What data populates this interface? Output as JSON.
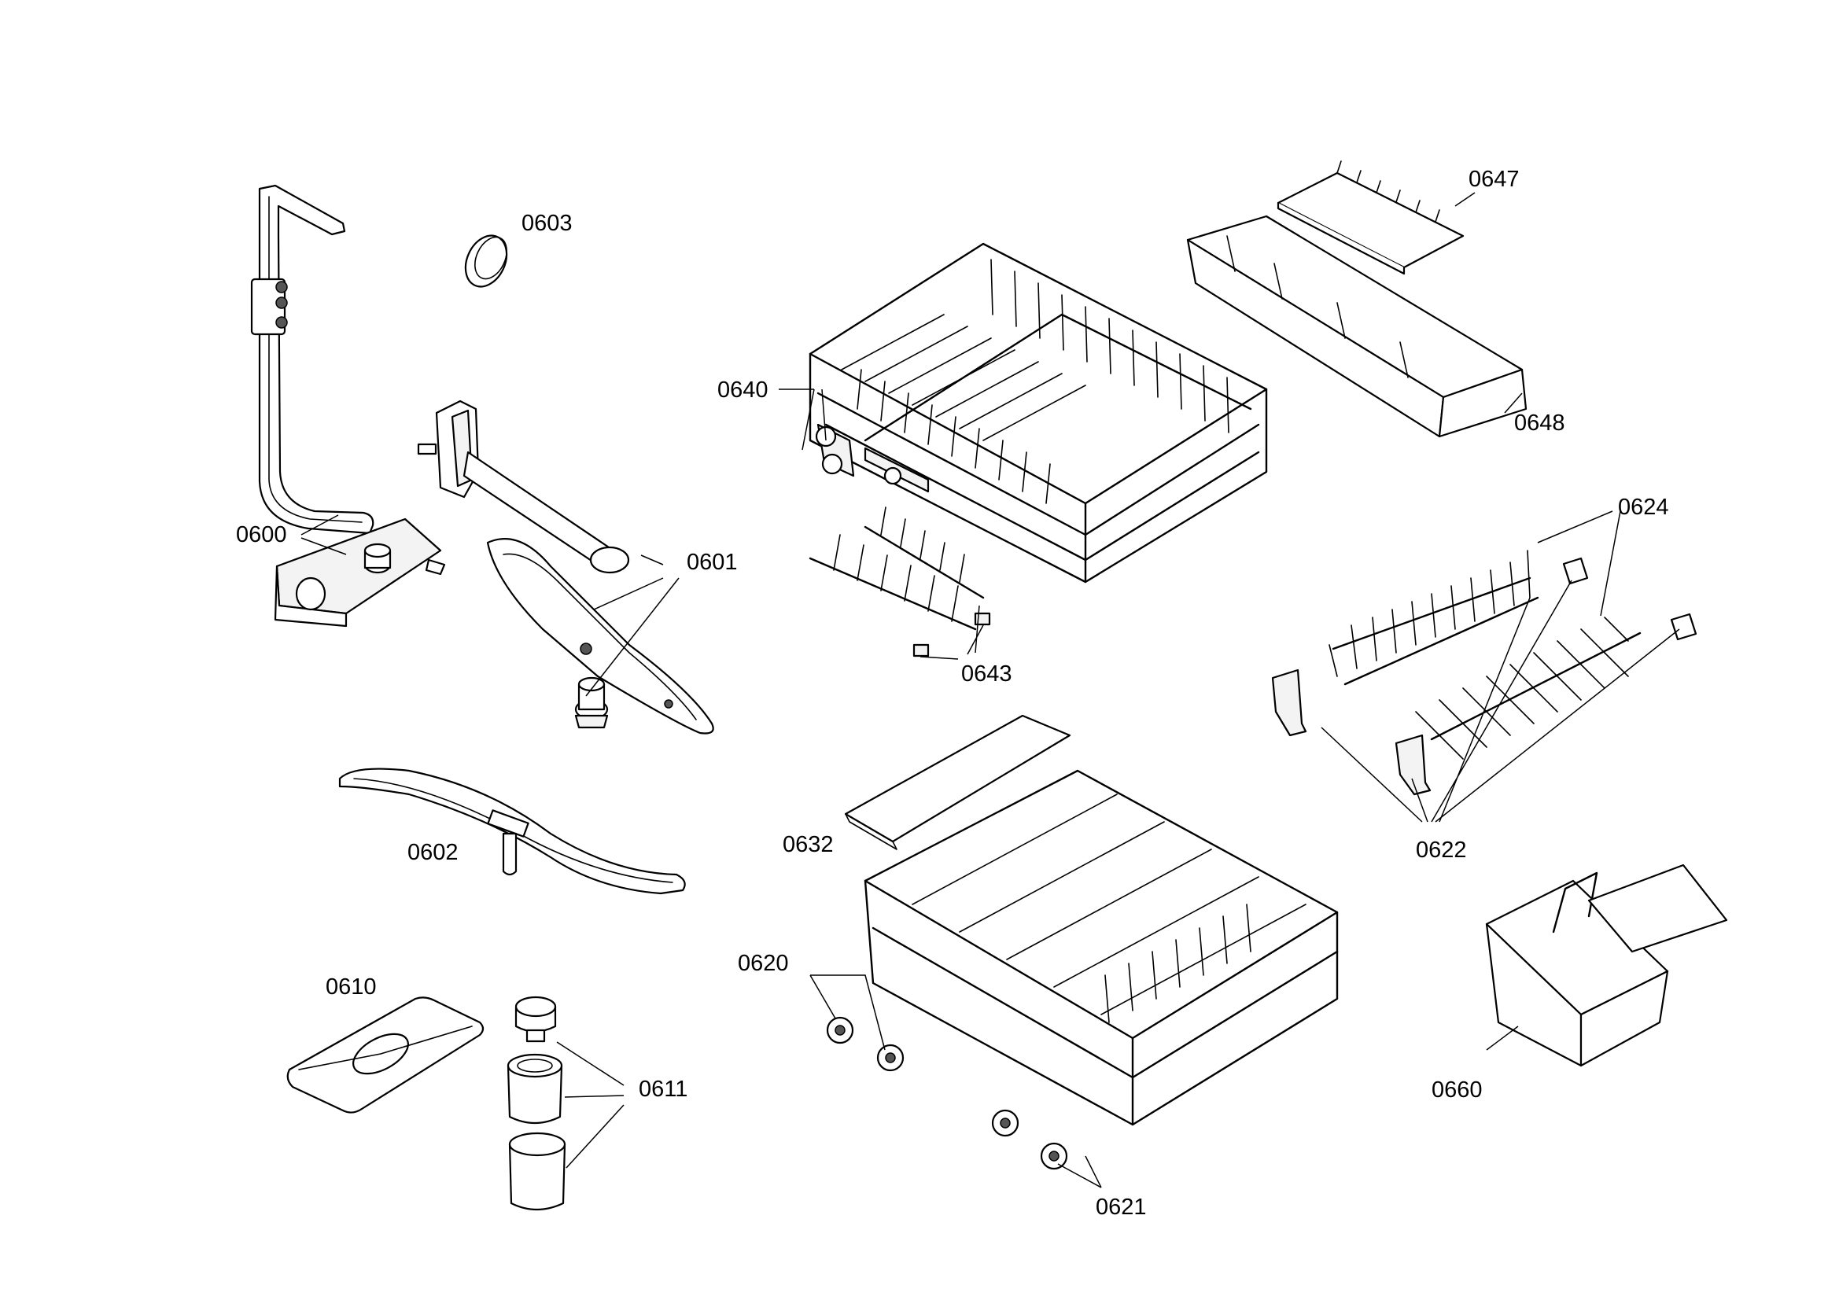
{
  "diagram": {
    "labels": {
      "l0600": "0600",
      "l0601": "0601",
      "l0602": "0602",
      "l0603": "0603",
      "l0610": "0610",
      "l0611": "0611",
      "l0620": "0620",
      "l0621": "0621",
      "l0622": "0622",
      "l0624": "0624",
      "l0632": "0632",
      "l0640": "0640",
      "l0643": "0643",
      "l0647": "0647",
      "l0648": "0648",
      "l0660": "0660"
    }
  }
}
